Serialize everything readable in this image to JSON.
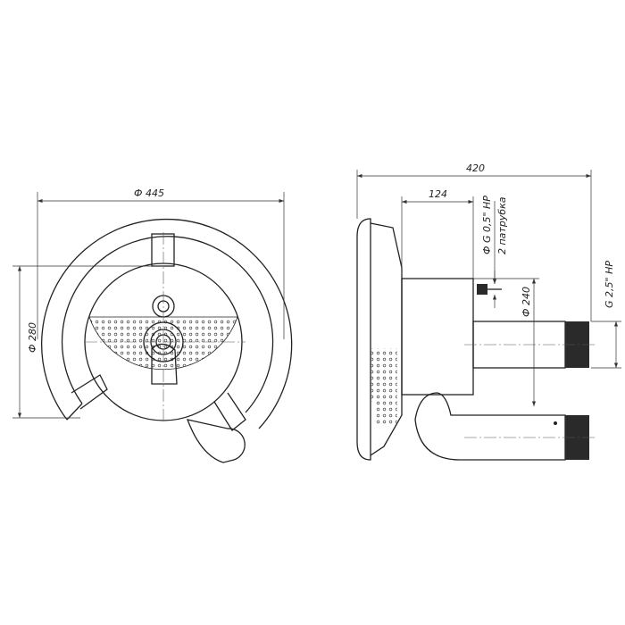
{
  "front_view": {
    "outer_diameter": "Ф 445",
    "inner_diameter": "Ф 280"
  },
  "side_view": {
    "total_length": "420",
    "body_length": "124",
    "nozzle_thread": "Ф G 0,5\" НР",
    "nozzle_count": "2 патрубка",
    "body_diameter": "Ф 240",
    "main_thread": "G 2,5\" НР"
  },
  "colors": {
    "line": "#222222",
    "background": "#ffffff"
  }
}
